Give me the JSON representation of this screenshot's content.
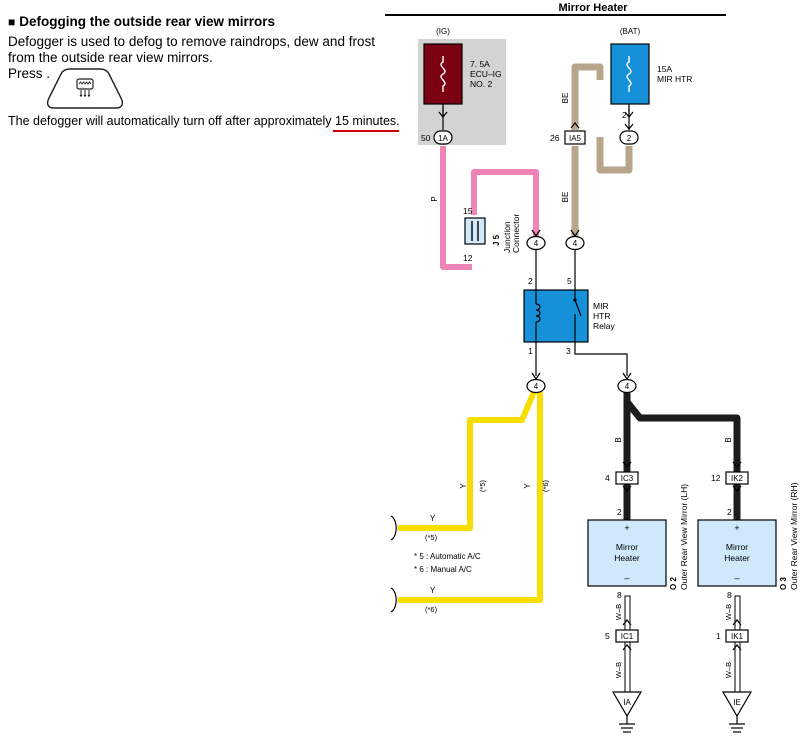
{
  "instructions": {
    "heading": "Defogging the outside rear view mirrors",
    "heading_marker": "■",
    "line1": "Defogger is used to defog to remove raindrops, dew and frost",
    "line2": "from the outside rear view mirrors.",
    "press": "Press .",
    "note_before": "The defogger will automatically turn off after approximately ",
    "note_highlight": "15 minutes",
    "note_after": ".",
    "button_icon": "rear-mirror-defogger-icon"
  },
  "diagram": {
    "title": "Mirror Heater",
    "fuse_ig": {
      "source": "(IG)",
      "rating": "7. 5A",
      "name1": "ECU–IG",
      "name2": "NO. 2",
      "pin": "50",
      "connector": "1A"
    },
    "fuse_bat": {
      "source": "(BAT)",
      "rating": "15A",
      "name": "MIR HTR",
      "pin": "2",
      "connector": "2"
    },
    "ia5": {
      "pin": "26",
      "connector": "IA5"
    },
    "wire_colors": {
      "p": "P",
      "be": "BE",
      "y": "Y",
      "b": "B",
      "wb": "W–B"
    },
    "junction": {
      "id": "J 5",
      "label1": "Junction",
      "label2": "Connector",
      "pin_top": "15",
      "pin_bottom": "12"
    },
    "splice_4": "4",
    "relay": {
      "name1": "MIR",
      "name2": "HTR",
      "name3": "Relay",
      "pin2": "2",
      "pin5": "5",
      "pin1": "1",
      "pin3": "3"
    },
    "star5": "(*5)",
    "star6": "(*6)",
    "legend": {
      "line1": "* 5 : Automatic A/C",
      "line2": "* 6 : Manual A/C"
    },
    "mirror_lh": {
      "conn_pin": "4",
      "conn": "IC3",
      "pin_plus": "2",
      "label1": "Mirror",
      "label2": "Heater",
      "plus": "+",
      "minus": "–",
      "pin_minus": "8",
      "gnd_pin": "5",
      "gnd_conn": "IC1",
      "ground": "IA",
      "id": "O 2",
      "side_label": "Outer Rear View Mirror (LH)"
    },
    "mirror_rh": {
      "conn_pin": "12",
      "conn": "IK2",
      "pin_plus": "2",
      "label1": "Mirror",
      "label2": "Heater",
      "plus": "+",
      "minus": "–",
      "pin_minus": "8",
      "gnd_pin": "1",
      "gnd_conn": "IK1",
      "ground": "IE",
      "id": "O 3",
      "side_label": "Outer Rear View Mirror (RH)"
    },
    "colors": {
      "pink": "#ef85b6",
      "beige": "#b7a58c",
      "yellow": "#f7dd00",
      "black": "#1c1c1c",
      "fuse_ig": "#7a0012",
      "relay_blue": "#1690d8",
      "fuse_bat": "#1690d8",
      "mirror_fill": "#cfe9fb",
      "gray_box": "#d3d3d3",
      "highlight": "#d40000"
    }
  }
}
